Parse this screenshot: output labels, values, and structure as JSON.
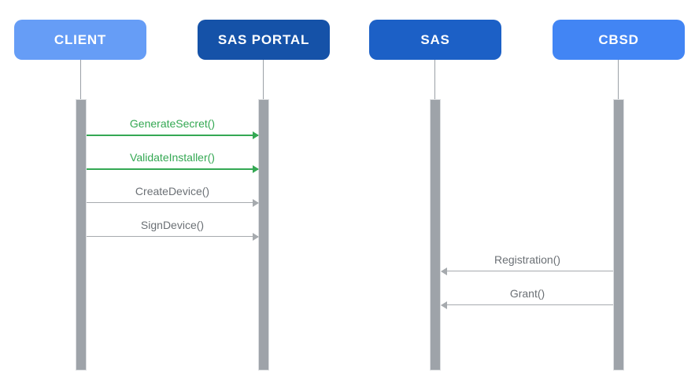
{
  "diagram": {
    "type": "sequence",
    "actors": [
      {
        "name": "CLIENT",
        "color": "#669DF6"
      },
      {
        "name": "SAS PORTAL",
        "color": "#1552A8"
      },
      {
        "name": "SAS",
        "color": "#1C60C6"
      },
      {
        "name": "CBSD",
        "color": "#4285F4"
      }
    ],
    "messages": [
      {
        "label": "GenerateSecret()",
        "from": "CLIENT",
        "to": "SAS PORTAL",
        "text_color": "#34A853",
        "line_color": "#34A853"
      },
      {
        "label": "ValidateInstaller()",
        "from": "CLIENT",
        "to": "SAS PORTAL",
        "text_color": "#34A853",
        "line_color": "#34A853"
      },
      {
        "label": "CreateDevice()",
        "from": "CLIENT",
        "to": "SAS PORTAL",
        "text_color": "#6B7075",
        "line_color": "#A6AAAE"
      },
      {
        "label": "SignDevice()",
        "from": "CLIENT",
        "to": "SAS PORTAL",
        "text_color": "#6B7075",
        "line_color": "#A6AAAE"
      },
      {
        "label": "Registration()",
        "from": "CBSD",
        "to": "SAS",
        "text_color": "#6B7075",
        "line_color": "#A6AAAE"
      },
      {
        "label": "Grant()",
        "from": "CBSD",
        "to": "SAS",
        "text_color": "#6B7075",
        "line_color": "#A6AAAE"
      }
    ],
    "colors": {
      "background": "#FFFFFF",
      "actor_text": "#FFFFFF",
      "lifeline_stem": "#9AA0A6",
      "activation_bar": "#9EA3A9"
    }
  }
}
